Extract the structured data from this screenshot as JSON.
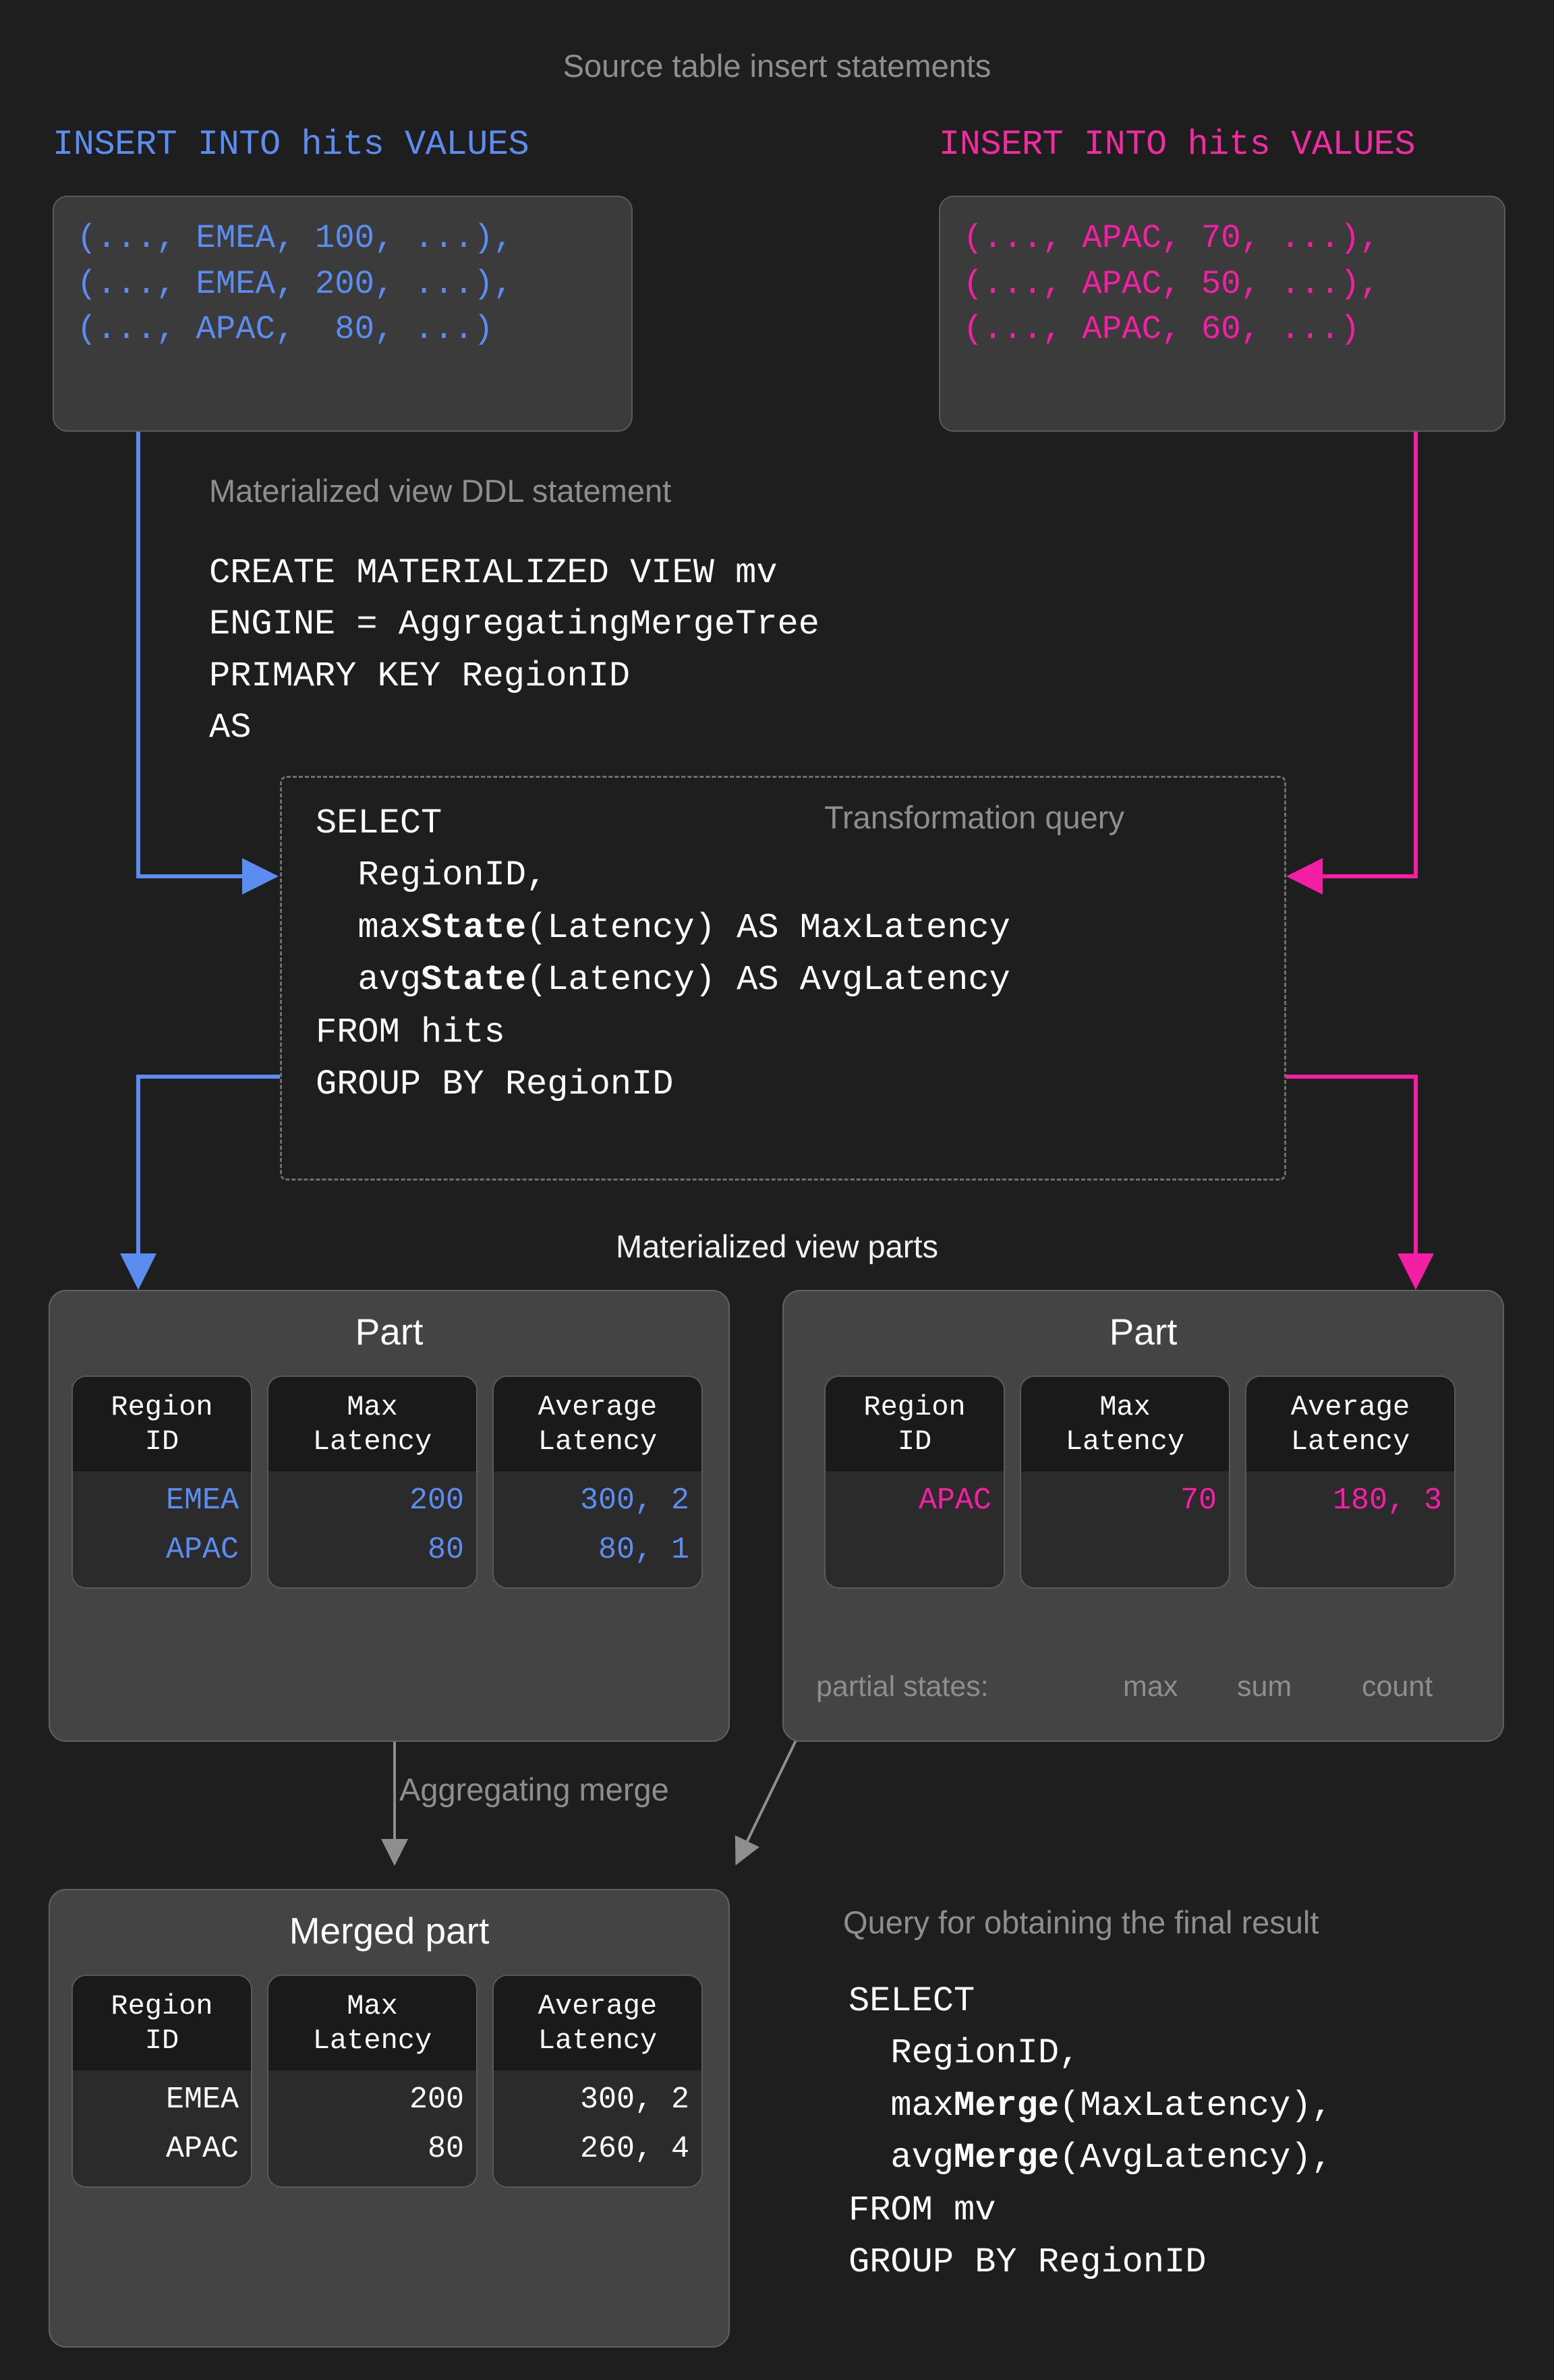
{
  "colors": {
    "background": "#1e1e1e",
    "blue": "#5b8cf0",
    "pink": "#f51fa6",
    "grey_label": "#8e8e8e",
    "box_fill": "#3b3b3b",
    "part_fill": "#444444",
    "column_fill": "#1a1a1a"
  },
  "source_section": {
    "title": "Source table insert statements",
    "left": {
      "header": "INSERT INTO hits VALUES",
      "rows": [
        "(..., EMEA, 100, ...),",
        "(..., EMEA, 200, ...),",
        "(..., APAC,  80, ...)"
      ]
    },
    "right": {
      "header": "INSERT INTO hits VALUES",
      "rows": [
        "(..., APAC, 70, ...),",
        "(..., APAC, 50, ...),",
        "(..., APAC, 60, ...)"
      ]
    }
  },
  "ddl_section": {
    "title": "Materialized view DDL statement",
    "lines": [
      "CREATE MATERIALIZED VIEW mv",
      "ENGINE = AggregatingMergeTree",
      "PRIMARY KEY RegionID",
      "AS"
    ]
  },
  "transformation_query": {
    "title": "Transformation query",
    "lines": [
      {
        "pre": "SELECT",
        "bold": "",
        "post": ""
      },
      {
        "pre": "  RegionID,",
        "bold": "",
        "post": ""
      },
      {
        "pre": "  max",
        "bold": "State",
        "post": "(Latency) AS MaxLatency"
      },
      {
        "pre": "  avg",
        "bold": "State",
        "post": "(Latency) AS AvgLatency"
      },
      {
        "pre": "FROM hits",
        "bold": "",
        "post": ""
      },
      {
        "pre": "GROUP BY RegionID",
        "bold": "",
        "post": ""
      }
    ]
  },
  "mv_parts": {
    "title": "Materialized view parts",
    "columns": [
      "Region\nID",
      "Max\nLatency",
      "Average\nLatency"
    ],
    "left_part": {
      "title": "Part",
      "rows": [
        [
          "EMEA",
          "200",
          "300, 2"
        ],
        [
          "APAC",
          "80",
          "80, 1"
        ]
      ]
    },
    "right_part": {
      "title": "Part",
      "rows": [
        [
          "APAC",
          "70",
          "180, 3"
        ]
      ],
      "partial_states_label": "partial states:",
      "partial_states": [
        "max",
        "sum",
        "count"
      ]
    }
  },
  "merge": {
    "label": "Aggregating merge",
    "merged_part": {
      "title": "Merged part",
      "columns": [
        "Region\nID",
        "Max\nLatency",
        "Average\nLatency"
      ],
      "rows": [
        [
          "EMEA",
          "200",
          "300, 2"
        ],
        [
          "APAC",
          "80",
          "260, 4"
        ]
      ]
    }
  },
  "final_query": {
    "title": "Query for obtaining the final result",
    "lines": [
      {
        "pre": "SELECT",
        "bold": "",
        "post": ""
      },
      {
        "pre": "  RegionID,",
        "bold": "",
        "post": ""
      },
      {
        "pre": "  max",
        "bold": "Merge",
        "post": "(MaxLatency),"
      },
      {
        "pre": "  avg",
        "bold": "Merge",
        "post": "(AvgLatency),"
      },
      {
        "pre": "FROM mv",
        "bold": "",
        "post": ""
      },
      {
        "pre": "GROUP BY RegionID",
        "bold": "",
        "post": ""
      }
    ]
  }
}
